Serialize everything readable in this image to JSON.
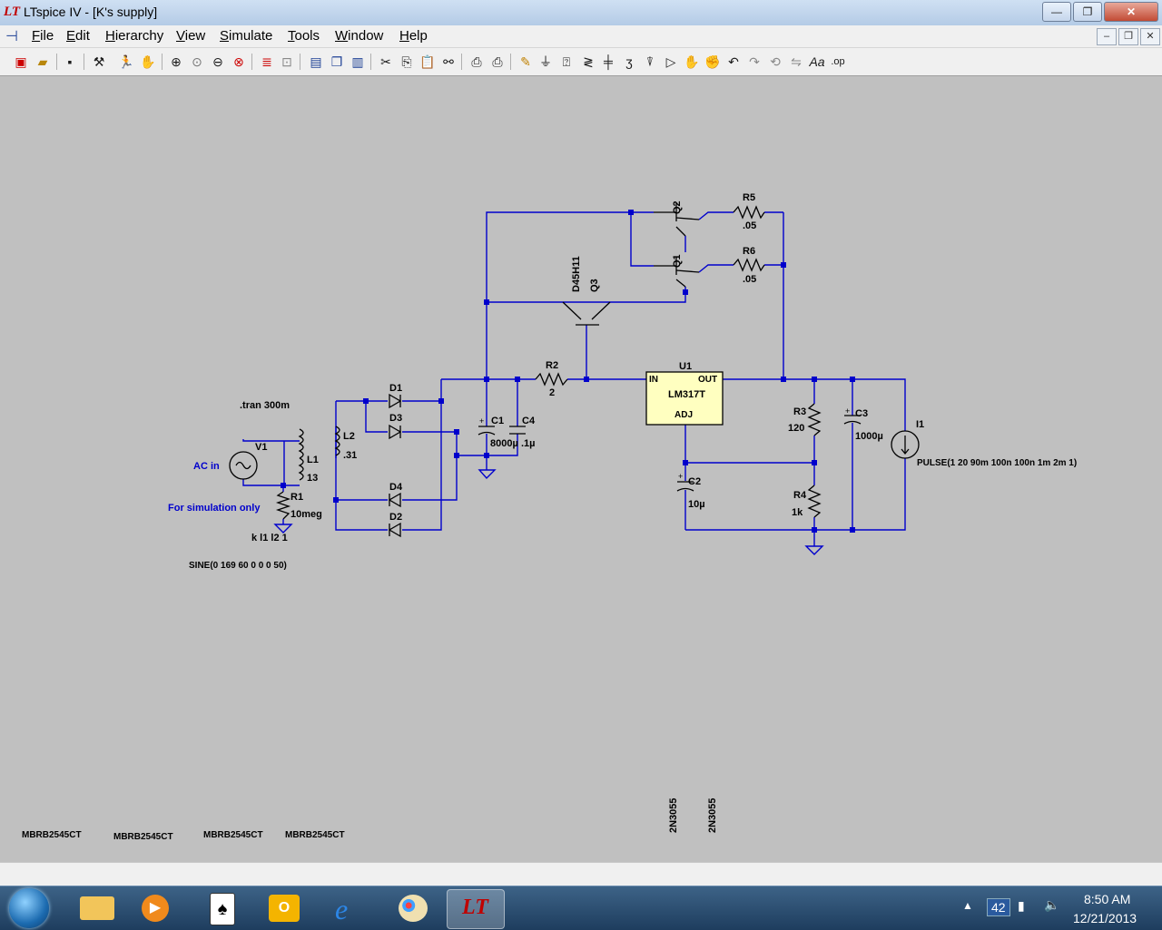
{
  "window": {
    "title": "LTspice IV - [K's supply]",
    "app_icon": "ltspice-logo",
    "controls": {
      "minimize": "—",
      "restore": "❐",
      "close": "✕"
    }
  },
  "menu": {
    "items": [
      "File",
      "Edit",
      "Hierarchy",
      "View",
      "Simulate",
      "Tools",
      "Window",
      "Help"
    ],
    "mdi": {
      "minimize": "–",
      "restore": "❐",
      "close": "✕"
    }
  },
  "toolbar": {
    "icons": [
      "new-schematic-icon",
      "open-icon",
      "save-icon",
      "control-panel-icon",
      "run-icon",
      "pan-icon",
      "zoom-in-icon",
      "zoom-area-icon",
      "zoom-out-icon",
      "zoom-cancel-icon",
      "autorange-icon",
      "zoom-full-icon",
      "tile-vertical-icon",
      "cascade-icon",
      "tile-horizontal-icon",
      "cut-icon",
      "copy-icon",
      "paste-icon",
      "find-icon",
      "print-setup-icon",
      "print-icon",
      "wire-icon",
      "ground-icon",
      "label-net-icon",
      "resistor-icon",
      "capacitor-icon",
      "inductor-icon",
      "diode-icon",
      "component-icon",
      "move-icon",
      "drag-icon",
      "undo-icon",
      "redo-icon",
      "rotate-icon",
      "mirror-icon",
      "text-icon",
      "spice-directive-icon"
    ]
  },
  "schematic": {
    "labels": {
      "tran": ".tran 300m",
      "ac_in": "AC in",
      "sim_only": "For simulation only",
      "coupling": "k l1 l2 1",
      "sine": "SINE(0 169 60 0 0 0 50)",
      "pulse": "PULSE(1 20 90m 100n 100n 1m 2m 1)"
    },
    "components": {
      "V1": "V1",
      "L1": "L1",
      "L1_val": "13",
      "L2": "L2",
      "L2_val": ".31",
      "R1": "R1",
      "R1_val": "10meg",
      "D1": "D1",
      "D2": "D2",
      "D3": "D3",
      "D4": "D4",
      "C1": "C1",
      "C1_val": "8000µ",
      "C4": "C4",
      "C4_val": ".1µ",
      "R2": "R2",
      "R2_val": "2",
      "Q1": "Q1",
      "Q2": "Q2",
      "Q3": "Q3",
      "Q3_model": "D45H11",
      "R5": "R5",
      "R5_val": ".05",
      "R6": "R6",
      "R6_val": ".05",
      "U1": "U1",
      "U1_model": "LM317T",
      "U1_in": "IN",
      "U1_out": "OUT",
      "U1_adj": "ADJ",
      "C2": "C2",
      "C2_val": "10µ",
      "R3": "R3",
      "R3_val": "120",
      "R4": "R4",
      "R4_val": "1k",
      "C3": "C3",
      "C3_val": "1000µ",
      "I1": "I1"
    },
    "model_labels": {
      "diodes": [
        "MBRB2545CT",
        "MBRB2545CT",
        "MBRB2545CT",
        "MBRB2545CT"
      ],
      "transistors": [
        "2N3055",
        "2N3055"
      ]
    },
    "colors": {
      "wire": "#0000cc",
      "text": "#000000",
      "blue_text": "#0000cc",
      "ic_fill": "#ffffc0"
    }
  },
  "taskbar": {
    "apps": [
      "windows-explorer-icon",
      "media-player-icon",
      "solitaire-icon",
      "outlook-icon",
      "internet-explorer-icon",
      "paint-icon",
      "ltspice-icon"
    ],
    "tray": {
      "badge": "42",
      "time": "8:50 AM",
      "date": "12/21/2013"
    }
  }
}
